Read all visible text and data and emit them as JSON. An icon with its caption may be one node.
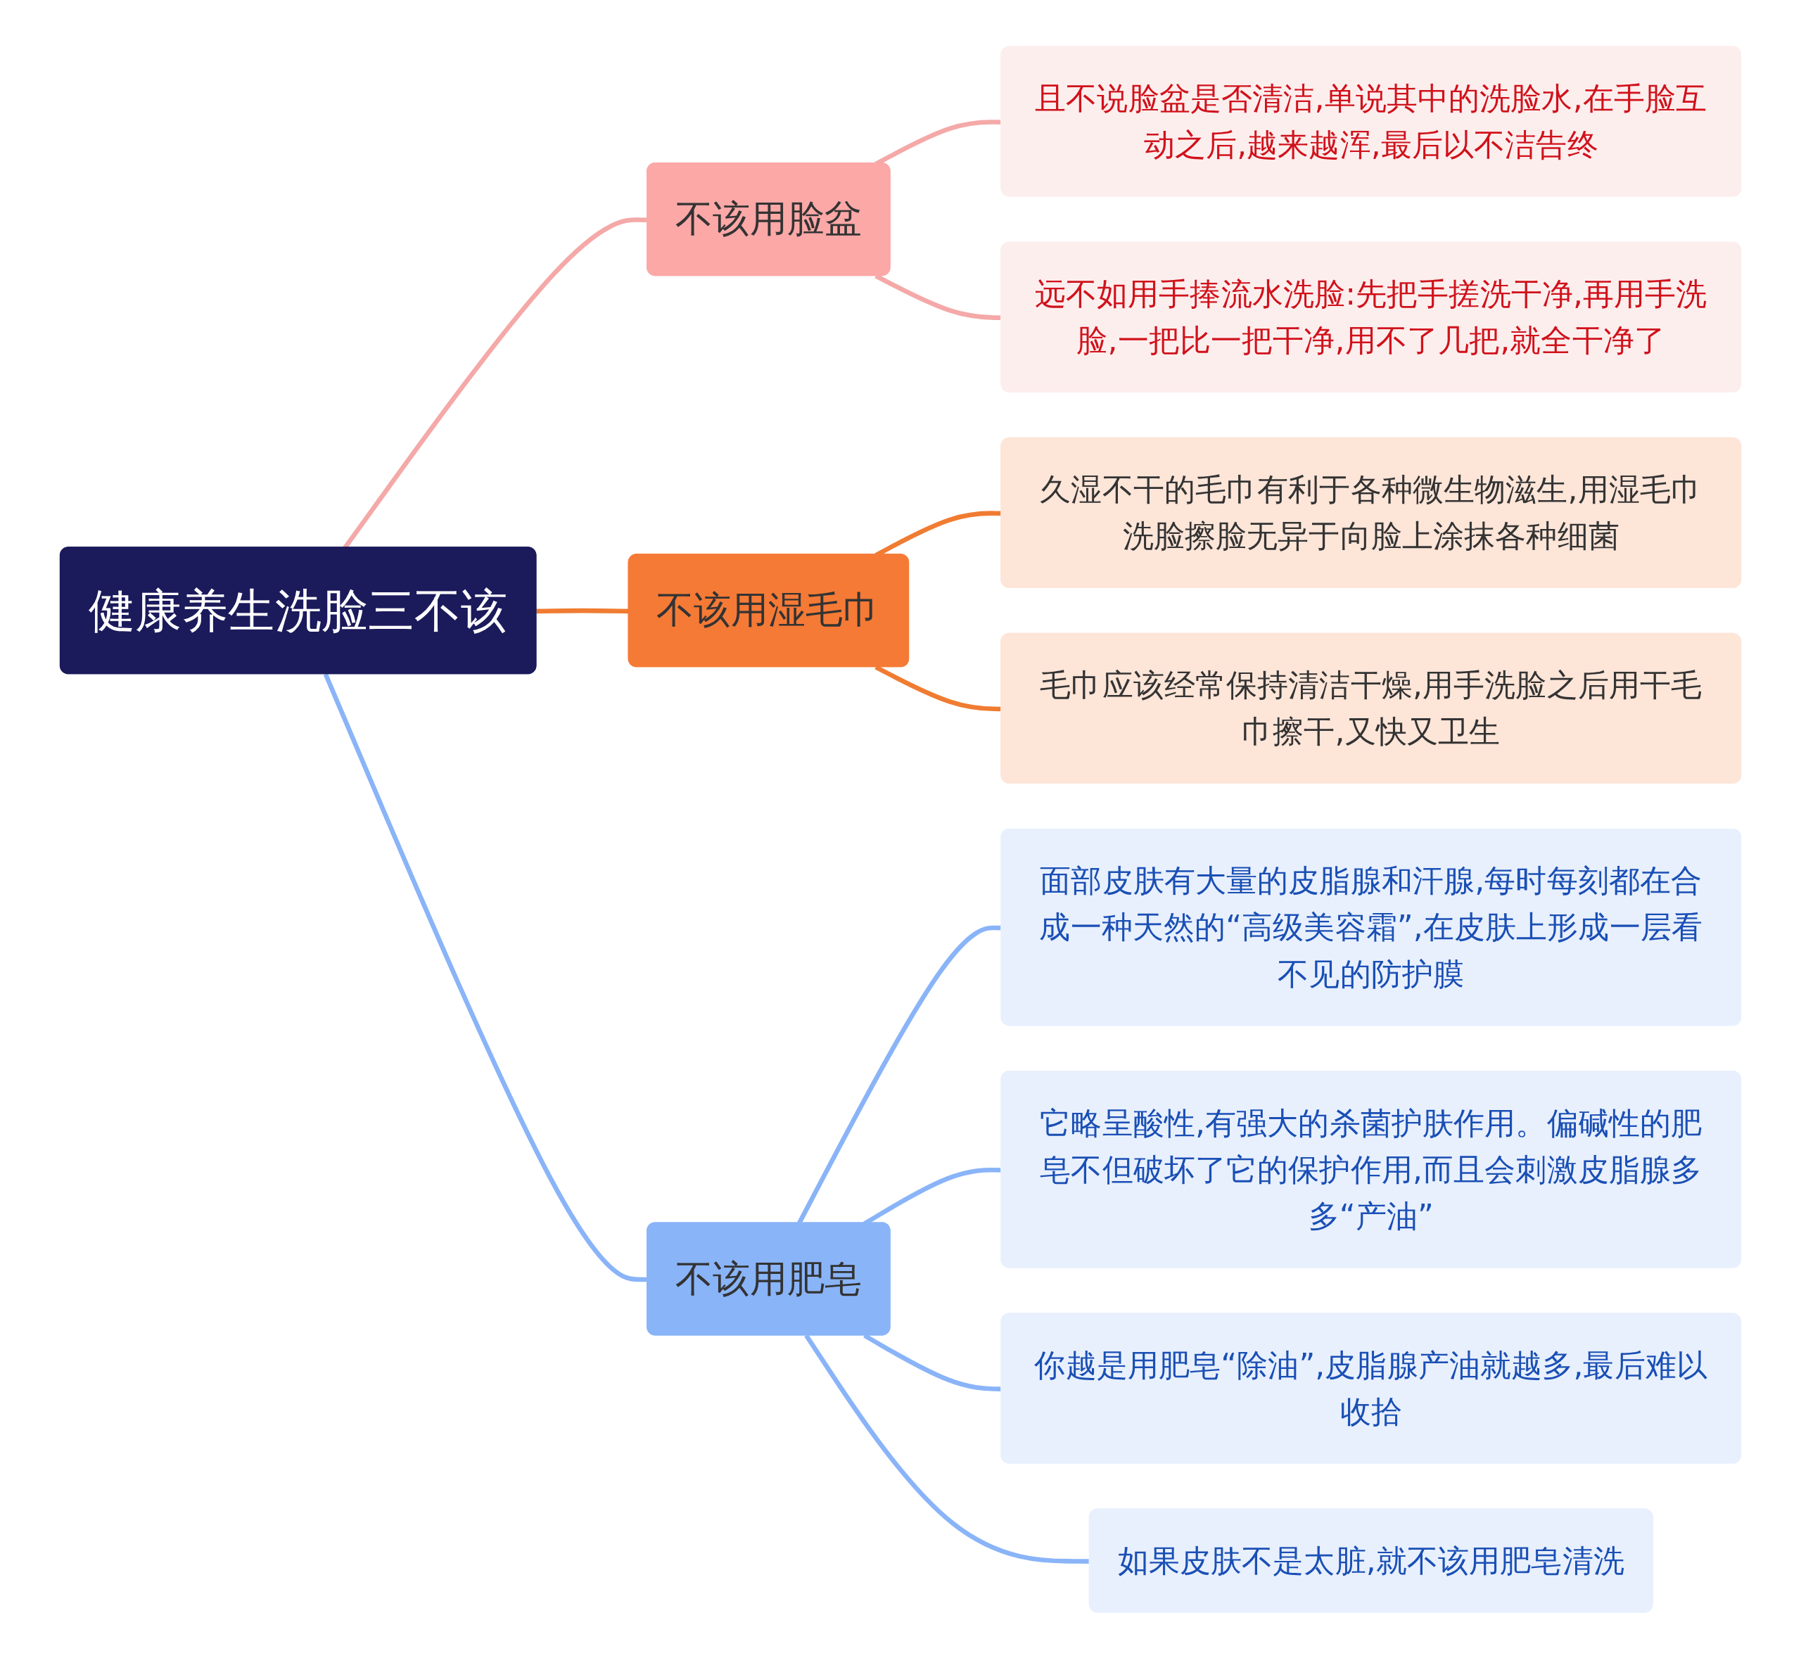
{
  "diagram": {
    "nodes": [
      {
        "text": [
          "健康养生洗脸三不该"
        ]
      },
      {
        "text": [
          "不该用脸盆"
        ]
      },
      {
        "text": [
          "且不说脸盆是否清洁,单说其中的洗脸水,在手脸互动之后,越来越浑,最后以不洁告终"
        ]
      },
      {
        "text": [
          "远不如用手捧流水洗脸:先把手搓洗干净,再用手洗脸,一把比一把干净,用不了几把,就全干净了"
        ]
      },
      {
        "text": [
          "不该用湿毛巾"
        ]
      },
      {
        "text": [
          "久湿不干的毛巾有利于各种微生物滋生,用湿毛巾洗脸擦脸无异于向脸上涂抹各种细菌"
        ]
      },
      {
        "text": [
          "毛巾应该经常保持清洁干燥,用手洗脸之后用干毛巾擦干,又快又卫生"
        ]
      },
      {
        "text": [
          "不该用肥皂"
        ]
      },
      {
        "text": [
          "面部皮肤有大量的皮脂腺和汗腺,每时每刻都在合成一种天然的“高级美容霜”,在皮肤上形成一层看不见的防护膜"
        ]
      },
      {
        "text": [
          "它略呈酸性,有强大的杀菌护肤作用。偏碱性的肥皂不但破坏了它的保护作用,而且会刺激皮脂腺多多“产油”"
        ]
      },
      {
        "text": [
          "你越是用肥皂“除油”,皮脂腺产油就越多,最后难以收拾"
        ]
      },
      {
        "text": [
          "如果皮肤不是太脏,就不该用肥皂清洗"
        ]
      }
    ],
    "edges": [
      {
        "from": 0,
        "to": 1,
        "arrow": "none",
        "color": "#f4a9a8"
      },
      {
        "from": 1,
        "to": 2,
        "arrow": "none",
        "color": "#f4a9a8"
      },
      {
        "from": 1,
        "to": 3,
        "arrow": "none",
        "color": "#f4a9a8"
      },
      {
        "from": 0,
        "to": 4,
        "arrow": "none",
        "color": "#f07c32"
      },
      {
        "from": 4,
        "to": 5,
        "arrow": "none",
        "color": "#f07c32"
      },
      {
        "from": 4,
        "to": 6,
        "arrow": "none",
        "color": "#f07c32"
      },
      {
        "from": 0,
        "to": 7,
        "arrow": "none"
      },
      {
        "from": 7,
        "to": 8,
        "arrow": "none"
      },
      {
        "from": 7,
        "to": 9,
        "arrow": "none"
      },
      {
        "from": 7,
        "to": 10,
        "arrow": "none"
      },
      {
        "from": 7,
        "to": 11,
        "arrow": "none"
      }
    ]
  }
}
